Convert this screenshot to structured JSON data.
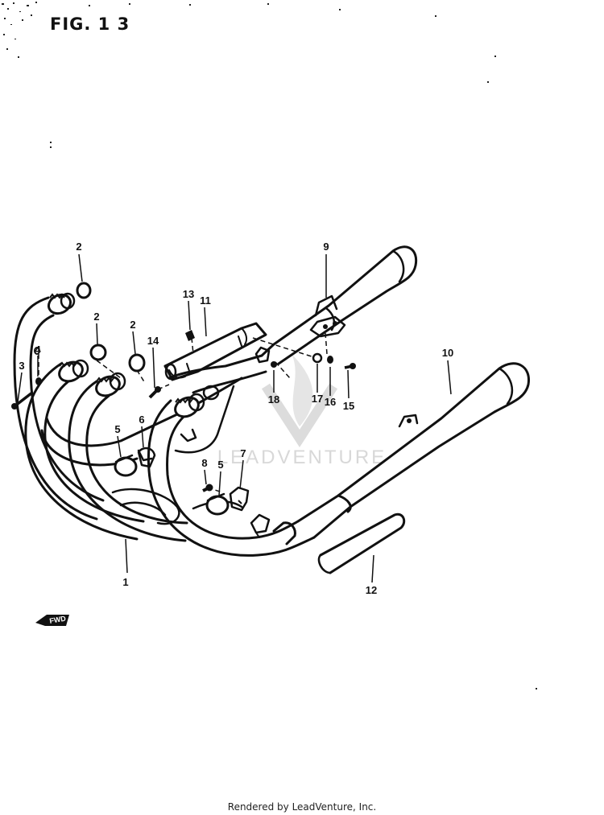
{
  "figure": {
    "title": "FIG. 1 3"
  },
  "watermark": {
    "text": "LEADVENTURE"
  },
  "direction_arrow": {
    "label": "FWD"
  },
  "callouts": [
    {
      "id": "c2a",
      "number": "2"
    },
    {
      "id": "c2b",
      "number": "2"
    },
    {
      "id": "c2c",
      "number": "2"
    },
    {
      "id": "c3",
      "number": "3"
    },
    {
      "id": "c4",
      "number": "4"
    },
    {
      "id": "c1",
      "number": "1"
    },
    {
      "id": "c5a",
      "number": "5"
    },
    {
      "id": "c5b",
      "number": "5"
    },
    {
      "id": "c6",
      "number": "6"
    },
    {
      "id": "c7",
      "number": "7"
    },
    {
      "id": "c8",
      "number": "8"
    },
    {
      "id": "c9",
      "number": "9"
    },
    {
      "id": "c10",
      "number": "10"
    },
    {
      "id": "c11",
      "number": "11"
    },
    {
      "id": "c12",
      "number": "12"
    },
    {
      "id": "c13",
      "number": "13"
    },
    {
      "id": "c14",
      "number": "14"
    },
    {
      "id": "c15",
      "number": "15"
    },
    {
      "id": "c16",
      "number": "16"
    },
    {
      "id": "c17",
      "number": "17"
    },
    {
      "id": "c18",
      "number": "18"
    }
  ],
  "footer": {
    "text": "Rendered by LeadVenture, Inc."
  }
}
